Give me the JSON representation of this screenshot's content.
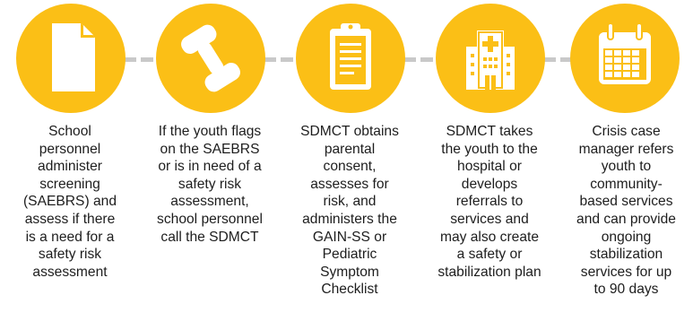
{
  "accent_color": "#fbbf16",
  "connector_color": "#c9c9c9",
  "steps": [
    {
      "icon": "document-icon",
      "lines": [
        "School",
        "personnel",
        "administer",
        "screening",
        "(SAEBRS) and",
        "assess if there",
        "is a need for a",
        "safety risk",
        "assessment"
      ]
    },
    {
      "icon": "phone-icon",
      "lines": [
        "If the youth flags",
        "on the SAEBRS",
        "or is in need of a",
        "safety risk",
        "assessment,",
        "school personnel",
        "call the SDMCT"
      ]
    },
    {
      "icon": "clipboard-icon",
      "lines": [
        "SDMCT obtains",
        "parental",
        "consent,",
        "assesses for",
        "risk, and",
        "administers the",
        "GAIN-SS or",
        "Pediatric",
        "Symptom",
        "Checklist"
      ]
    },
    {
      "icon": "hospital-icon",
      "lines": [
        "SDMCT takes",
        "the youth to the",
        "hospital or",
        "develops",
        "referrals to",
        "services and",
        "may also create",
        "a safety or",
        "stabilization plan"
      ]
    },
    {
      "icon": "calendar-icon",
      "lines": [
        "Crisis case",
        "manager refers",
        "youth to",
        "community-",
        "based services",
        "and can provide",
        "ongoing",
        "stabilization",
        "services for up",
        "to 90 days"
      ]
    }
  ]
}
